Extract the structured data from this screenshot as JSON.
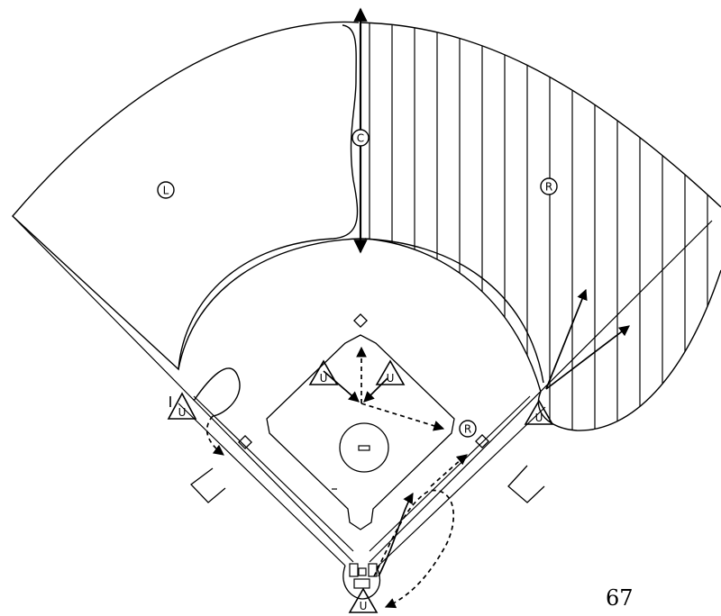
{
  "field_markers": {
    "left_fielder": "L",
    "center_fielder": "C",
    "right_fielder": "R",
    "right_fielder_infield": "R"
  },
  "umpire_label": "U",
  "page_number": "67"
}
